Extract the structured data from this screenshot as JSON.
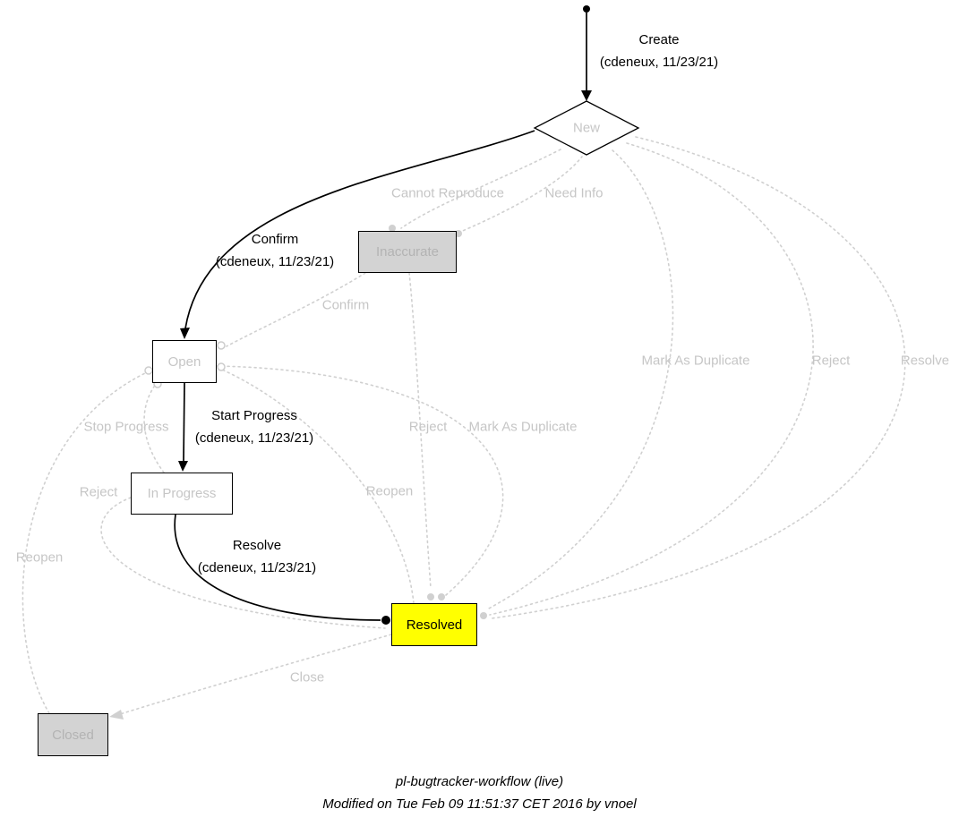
{
  "nodes": {
    "new": "New",
    "inaccurate": "Inaccurate",
    "open": "Open",
    "in_progress": "In Progress",
    "resolved": "Resolved",
    "closed": "Closed"
  },
  "edges": {
    "create": {
      "label": "Create",
      "annotation": "(cdeneux, 11/23/21)",
      "state": "active"
    },
    "confirm_active": {
      "label": "Confirm",
      "annotation": "(cdeneux, 11/23/21)",
      "state": "active"
    },
    "start_progress": {
      "label": "Start Progress",
      "annotation": "(cdeneux, 11/23/21)",
      "state": "active"
    },
    "resolve_active": {
      "label": "Resolve",
      "annotation": "(cdeneux, 11/23/21)",
      "state": "active"
    },
    "cannot_reproduce": {
      "label": "Cannot Reproduce",
      "state": "inactive"
    },
    "need_info": {
      "label": "Need Info",
      "state": "inactive"
    },
    "confirm_inactive": {
      "label": "Confirm",
      "state": "inactive"
    },
    "mark_as_duplicate_right": {
      "label": "Mark As Duplicate",
      "state": "inactive"
    },
    "reject_right": {
      "label": "Reject",
      "state": "inactive"
    },
    "resolve_right": {
      "label": "Resolve",
      "state": "inactive"
    },
    "stop_progress": {
      "label": "Stop Progress",
      "state": "inactive"
    },
    "reject_mid": {
      "label": "Reject",
      "state": "inactive"
    },
    "mark_as_duplicate_mid": {
      "label": "Mark As Duplicate",
      "state": "inactive"
    },
    "reject_left": {
      "label": "Reject",
      "state": "inactive"
    },
    "reopen_mid": {
      "label": "Reopen",
      "state": "inactive"
    },
    "reopen_left": {
      "label": "Reopen",
      "state": "inactive"
    },
    "close": {
      "label": "Close",
      "state": "inactive"
    }
  },
  "colors": {
    "background": "#ffffff",
    "active_edge": "#000000",
    "inactive_edge": "#d0d0d0",
    "inactive_label": "#c6c6c6",
    "node_border": "#000000",
    "node_fill_default": "#ffffff",
    "node_fill_disabled": "#d3d3d3",
    "node_fill_current": "#ffff00"
  },
  "footer": {
    "line1": "pl-bugtracker-workflow (live)",
    "line2": "Modified on Tue Feb 09 11:51:37 CET 2016 by vnoel"
  }
}
